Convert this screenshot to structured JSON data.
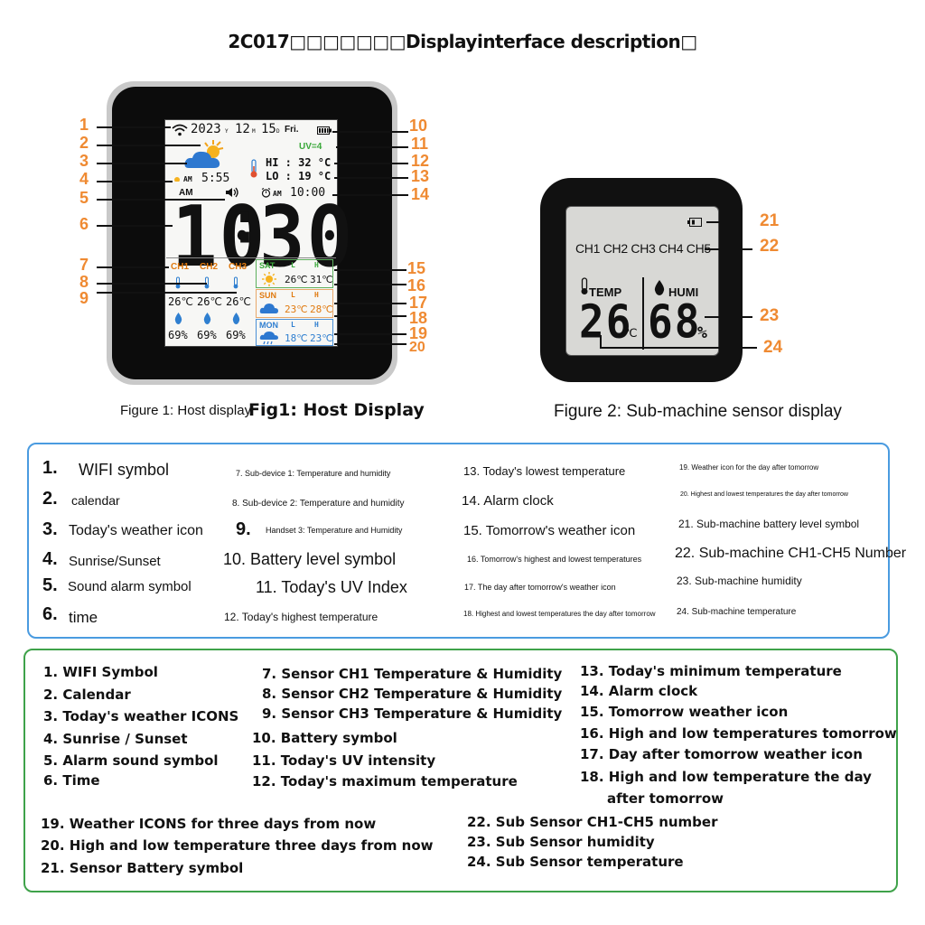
{
  "title": "2C017□□□□□□□Displayinterface description□",
  "host": {
    "date": "2023",
    "date_y": "Y",
    "month": "12",
    "month_m": "M",
    "day": "15",
    "day_d": "D",
    "weekday": "Fri.",
    "uv": "UV=4",
    "hi": "HI : 32 °C",
    "lo": "LO : 19 °C",
    "sunrise_am": "AM",
    "sunrise_time": "5:55",
    "am": "AM",
    "alarm_am": "AM",
    "alarm_time": "10:00",
    "time_hour": "10",
    "time_colon": ":",
    "time_min": "30",
    "ch1": "CH1",
    "ch2": "CH2",
    "ch3": "CH3",
    "ch1_temp": "26℃",
    "ch2_temp": "26℃",
    "ch3_temp": "26℃",
    "ch1_hum": "69%",
    "ch2_hum": "69%",
    "ch3_hum": "69%",
    "fc_l": "L",
    "fc_h": "H",
    "fc1_day": "SAT",
    "fc1_low": "26℃",
    "fc1_high": "31℃",
    "fc2_day": "SUN",
    "fc2_low": "23℃",
    "fc2_high": "28℃",
    "fc3_day": "MON",
    "fc3_low": "18℃",
    "fc3_high": "23℃"
  },
  "host_callouts_left": [
    "1",
    "2",
    "3",
    "4",
    "5",
    "6",
    "7",
    "8",
    "9"
  ],
  "host_callouts_right": [
    "10",
    "11",
    "12",
    "13",
    "14",
    "15",
    "16",
    "17",
    "18",
    "19",
    "20"
  ],
  "sensor": {
    "channels": "CH1 CH2 CH3 CH4 CH5",
    "temp_label": "TEMP",
    "humi_label": "HUMI",
    "temp_value": "26",
    "temp_unit": "℃",
    "humi_value": "68",
    "humi_unit": "%",
    "callouts": [
      "21",
      "22",
      "23",
      "24"
    ]
  },
  "captions": {
    "fig1_small": "Figure 1: Host display",
    "fig1_big": "Fig1: Host Display",
    "fig2": "Figure 2: Sub-machine sensor display"
  },
  "legend1": [
    {
      "num": "1.",
      "text": "WIFI symbol"
    },
    {
      "num": "2.",
      "text": "calendar"
    },
    {
      "num": "3.",
      "text": "Today's weather icon"
    },
    {
      "num": "4.",
      "text": "Sunrise/Sunset"
    },
    {
      "num": "5.",
      "text": "Sound alarm symbol"
    },
    {
      "num": "6.",
      "text": "time"
    },
    {
      "text": "7. Sub-device 1: Temperature and humidity"
    },
    {
      "text": "8. Sub-device 2: Temperature and humidity"
    },
    {
      "num": "9.",
      "text": "Handset 3: Temperature and Humidity"
    },
    {
      "text": "10. Battery level symbol"
    },
    {
      "text": "11. Today's UV Index"
    },
    {
      "text": "12. Today's highest temperature"
    },
    {
      "text": "13. Today's lowest temperature"
    },
    {
      "text": "14. Alarm clock"
    },
    {
      "text": "15. Tomorrow's weather icon"
    },
    {
      "text": "16. Tomorrow's highest and lowest temperatures"
    },
    {
      "text": "17. The day after tomorrow's weather icon"
    },
    {
      "text": "18. Highest and lowest temperatures the day after tomorrow"
    },
    {
      "text": "19. Weather icon for the day after tomorrow"
    },
    {
      "text": "20. Highest and lowest temperatures the day after tomorrow"
    },
    {
      "text": "21. Sub-machine battery level symbol"
    },
    {
      "text": "22. Sub-machine CH1-CH5 Number"
    },
    {
      "text": "23. Sub-machine humidity"
    },
    {
      "text": "24. Sub-machine temperature"
    }
  ],
  "legend2": [
    "1. WIFI Symbol",
    "2. Calendar",
    "3. Today's weather ICONS",
    "4. Sunrise / Sunset",
    "5. Alarm sound symbol",
    "6. Time",
    "7.  Sensor CH1  Temperature  &  Humidity",
    "8.  Sensor CH2  Temperature  &  Humidity",
    "9.  Sensor CH3  Temperature  &  Humidity",
    "10.  Battery symbol",
    "11. Today's UV intensity",
    "12. Today's maximum temperature",
    "13.  Today's minimum temperature",
    "14.  Alarm clock",
    "15.  Tomorrow weather icon",
    "16.  High and low temperatures tomorrow",
    "17. Day after tomorrow weather icon",
    "18. High and low temperature the day",
    "after tomorrow",
    "19. Weather ICONS for three days from now",
    "20. High and low temperature three days from now",
    "21. Sensor  Battery symbol",
    "22.  Sub Sensor CH1-CH5 number",
    "23.  Sub Sensor humidity",
    "24.  Sub Sensor temperature"
  ],
  "colors": {
    "callout": "#ef8a32",
    "legend1_border": "#4a9be0",
    "legend2_border": "#3fa24a",
    "uv_green": "#3aa83a",
    "channel_orange": "#e07a10",
    "rain_blue": "#2f7fd0"
  }
}
